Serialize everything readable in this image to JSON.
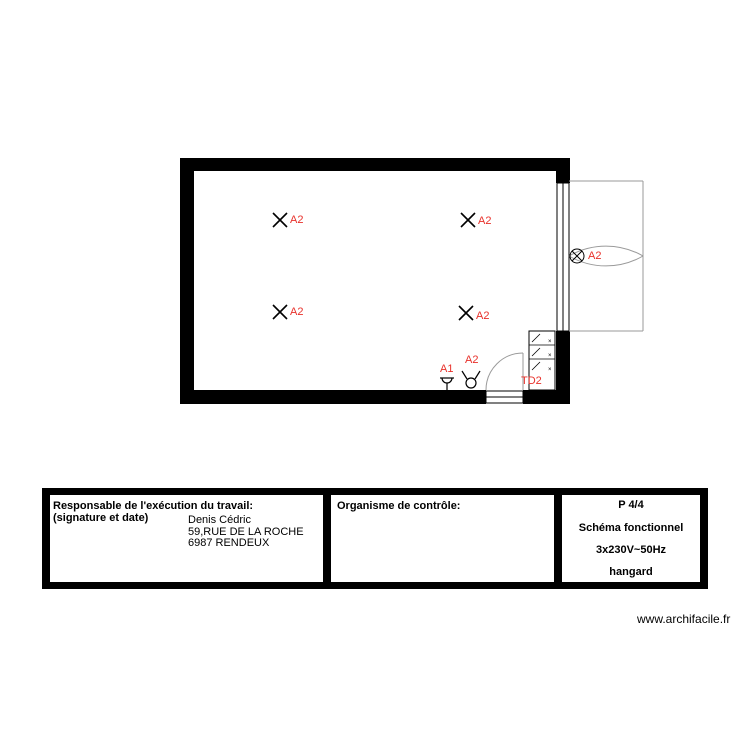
{
  "plan": {
    "lights": [
      {
        "id": "light-1",
        "label": "A2"
      },
      {
        "id": "light-2",
        "label": "A2"
      },
      {
        "id": "light-3",
        "label": "A2"
      },
      {
        "id": "light-4",
        "label": "A2"
      }
    ],
    "door_light_label": "A2",
    "socket_label": "A1",
    "switch_label": "A2",
    "panel_label": "TD2"
  },
  "title_block": {
    "responsible_heading_line1": "Responsable de l'exécution du travail:",
    "responsible_heading_line2": "(signature et date)",
    "responsible_name": "Denis Cédric",
    "responsible_street": "59,RUE DE LA ROCHE",
    "responsible_city": "6987 RENDEUX",
    "control_heading": "Organisme de contrôle:",
    "page": "P 4/4",
    "schema_type": "Schéma fonctionnel",
    "supply": "3x230V~50Hz",
    "location": "hangard"
  },
  "credit": "www.archifacile.fr",
  "colors": {
    "wall": "#000000",
    "label": "#e8302a",
    "door_arc": "#9a9a9a"
  }
}
